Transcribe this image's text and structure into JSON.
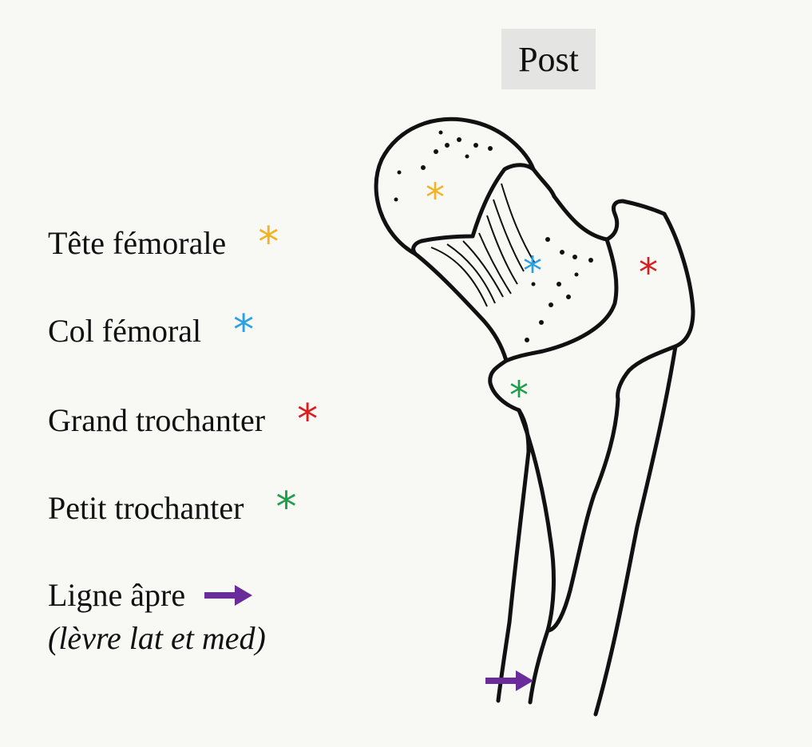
{
  "orientation_label": "Post",
  "legend": [
    {
      "label": "Tête fémorale",
      "marker": "*",
      "color": "#f2b324"
    },
    {
      "label": "Col fémoral",
      "marker": "*",
      "color": "#2ca0e0"
    },
    {
      "label": "Grand trochanter",
      "marker": "*",
      "color": "#d81e1e"
    },
    {
      "label": "Petit trochanter",
      "marker": "*",
      "color": "#1f9e4a"
    },
    {
      "label": "Ligne âpre",
      "marker": "arrow",
      "color": "#6a2c9a"
    }
  ],
  "legend_sub": "(lèvre lat et med)",
  "colors": {
    "tete": "#f2b324",
    "col": "#2ca0e0",
    "grand": "#d81e1e",
    "petit": "#1f9e4a",
    "ligne": "#6a2c9a",
    "outline": "#111111"
  }
}
